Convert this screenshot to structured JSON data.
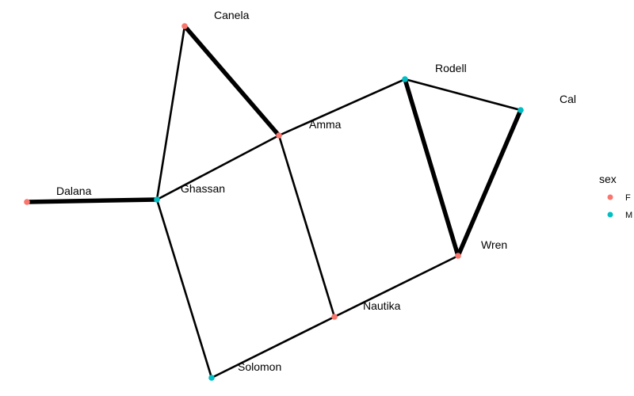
{
  "colors": {
    "F": "#F8766D",
    "M": "#00BFC4",
    "edge": "#000000"
  },
  "legend": {
    "title": "sex",
    "items": [
      {
        "key": "F",
        "label": "F"
      },
      {
        "key": "M",
        "label": "M"
      }
    ]
  },
  "nodes": [
    {
      "id": "Canela",
      "label": "Canela",
      "sex": "F"
    },
    {
      "id": "Rodell",
      "label": "Rodell",
      "sex": "M"
    },
    {
      "id": "Cal",
      "label": "Cal",
      "sex": "M"
    },
    {
      "id": "Amma",
      "label": "Amma",
      "sex": "F"
    },
    {
      "id": "Dalana",
      "label": "Dalana",
      "sex": "F"
    },
    {
      "id": "Ghassan",
      "label": "Ghassan",
      "sex": "M"
    },
    {
      "id": "Wren",
      "label": "Wren",
      "sex": "F"
    },
    {
      "id": "Nautika",
      "label": "Nautika",
      "sex": "F"
    },
    {
      "id": "Solomon",
      "label": "Solomon",
      "sex": "M"
    }
  ],
  "edges": [
    {
      "source": "Canela",
      "target": "Ghassan",
      "weight": 1
    },
    {
      "source": "Canela",
      "target": "Amma",
      "weight": 2
    },
    {
      "source": "Dalana",
      "target": "Ghassan",
      "weight": 2
    },
    {
      "source": "Ghassan",
      "target": "Amma",
      "weight": 1
    },
    {
      "source": "Ghassan",
      "target": "Solomon",
      "weight": 1
    },
    {
      "source": "Amma",
      "target": "Rodell",
      "weight": 1
    },
    {
      "source": "Amma",
      "target": "Nautika",
      "weight": 1
    },
    {
      "source": "Rodell",
      "target": "Cal",
      "weight": 1
    },
    {
      "source": "Rodell",
      "target": "Wren",
      "weight": 2
    },
    {
      "source": "Cal",
      "target": "Wren",
      "weight": 2
    },
    {
      "source": "Wren",
      "target": "Nautika",
      "weight": 1
    },
    {
      "source": "Nautika",
      "target": "Solomon",
      "weight": 1
    }
  ]
}
